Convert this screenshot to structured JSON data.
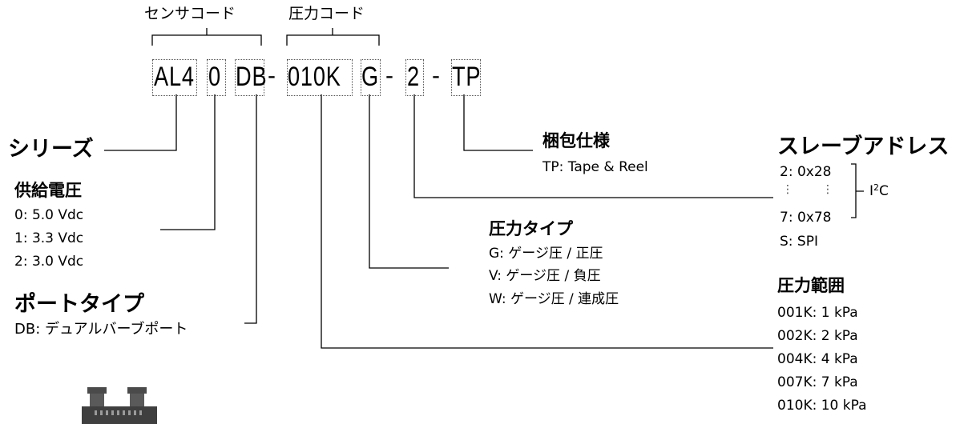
{
  "header": {
    "sensor_code": "センサコード",
    "pressure_code": "圧力コード"
  },
  "code_parts": {
    "p1": "AL4",
    "p2": "0",
    "p3": "DB",
    "d1": "-",
    "p4": "010K",
    "p5": "G",
    "d2": "-",
    "p6": "2",
    "d3": "-",
    "p7": "TP"
  },
  "series": {
    "title": "シリーズ"
  },
  "supply_voltage": {
    "title": "供給電圧",
    "items": [
      "0: 5.0 Vdc",
      "1: 3.3 Vdc",
      "2: 3.0 Vdc"
    ]
  },
  "port_type": {
    "title": "ポートタイプ",
    "items": [
      "DB:  デュアルバーブポート"
    ]
  },
  "packaging": {
    "title": "梱包仕様",
    "items": [
      "TP: Tape & Reel"
    ]
  },
  "pressure_type": {
    "title": "圧力タイプ",
    "items": [
      "G:  ゲージ圧  /  正圧",
      "V:  ゲージ圧  /  負圧",
      "W:  ゲージ圧  /  連成圧"
    ]
  },
  "slave_address": {
    "title": "スレーブアドレス",
    "items": [
      "2: 0x28",
      "7: 0x78",
      "S: SPI"
    ],
    "dots": [
      "⋮",
      "⋮"
    ],
    "bus_prefix": "I",
    "bus_sup": "2",
    "bus_suffix": "C"
  },
  "pressure_range": {
    "title": "圧力範囲",
    "items": [
      "001K: 1 kPa",
      "002K: 2 kPa",
      "004K: 4 kPa",
      "007K: 7 kPa",
      "010K: 10 kPa"
    ]
  }
}
